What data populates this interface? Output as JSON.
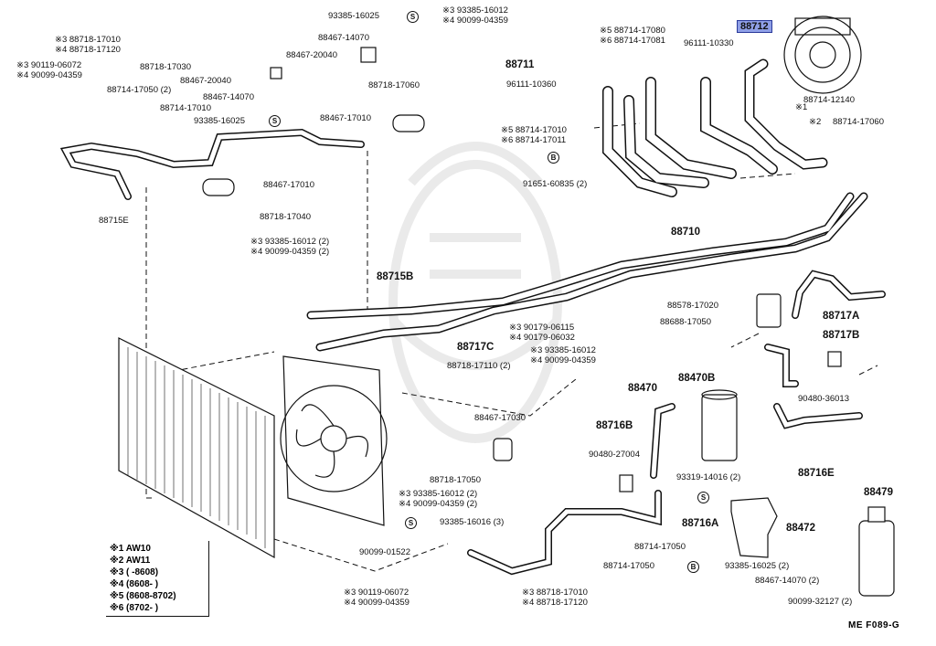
{
  "highlight_label": "88712",
  "labels": {
    "l93385_16025_top": "93385-16025",
    "l93385_16012_top": "93385-16012",
    "l90099_04359_top": "90099-04359",
    "m3a": "※3",
    "m4a": "※4",
    "l88467_14070_top": "88467-14070",
    "l88467_20040_top": "88467-20040",
    "l88718_17060": "88718-17060",
    "l88718_17010_a": "88718-17010",
    "l88718_17120_a": "88718-17120",
    "l90119_06072_a": "90119-06072",
    "l90099_04359_a": "90099-04359",
    "l88718_17030": "88718-17030",
    "l88467_20040_b": "88467-20040",
    "l88714_17050_2a": "88714-17050 (2)",
    "l88467_14070_b": "88467-14070",
    "l88714_17010_a": "88714-17010",
    "l93385_16025_b": "93385-16025",
    "l88467_17010_a": "88467-17010",
    "l88467_17010_b": "88467-17010",
    "l88715E": "88715E",
    "l88718_17040": "88718-17040",
    "l93385_16012_2a": "93385-16012 (2)",
    "l90099_04359_2a": "90099-04359 (2)",
    "l88714_17080": "88714-17080",
    "l88714_17081": "88714-17081",
    "l96111_10330": "96111-10330",
    "l88711": "88711",
    "l96111_10360": "96111-10360",
    "l88714_12140": "88714-12140",
    "l88714_17060": "88714-17060",
    "l88714_17010_b": "88714-17010",
    "l88714_17011": "88714-17011",
    "l91651_60835": "91651-60835 (2)",
    "l88710": "88710",
    "l88715B": "88715B",
    "l88578_17020": "88578-17020",
    "l88717A": "88717A",
    "l88688_17050": "88688-17050",
    "l90179_06115": "90179-06115",
    "l90179_06032": "90179-06032",
    "l88717C": "88717C",
    "l93385_16012_b": "93385-16012",
    "l90099_04359_b": "90099-04359",
    "l88717B": "88717B",
    "l88718_17110": "88718-17110 (2)",
    "l88470": "88470",
    "l88470B": "88470B",
    "l90480_36013": "90480-36013",
    "l88467_17030": "88467-17030",
    "l88716B": "88716B",
    "l90480_27004": "90480-27004",
    "l93319_14016": "93319-14016 (2)",
    "l88716E": "88716E",
    "l88718_17050": "88718-17050",
    "l93385_16012_2b": "93385-16012 (2)",
    "l90099_04359_2b": "90099-04359 (2)",
    "l93385_16016": "93385-16016 (3)",
    "l88716A": "88716A",
    "l88479": "88479",
    "l88472": "88472",
    "l90099_01522": "90099-01522",
    "l88714_17050_c": "88714-17050",
    "l88714_17050_d": "88714-17050",
    "l93385_16025_2": "93385-16025 (2)",
    "l88467_14070_2": "88467-14070 (2)",
    "l90099_32127": "90099-32127 (2)",
    "l90119_06072_b": "90119-06072",
    "l90099_04359_c": "90099-04359",
    "l88718_17010_c": "88718-17010",
    "l88718_17120_c": "88718-17120"
  },
  "marks": {
    "m1": "※1",
    "m2": "※2",
    "m3": "※3",
    "m4": "※4",
    "m5": "※5",
    "m6": "※6",
    "circle_s": "S",
    "circle_b": "B"
  },
  "legend": [
    "※1 AW10",
    "※2 AW11",
    "※3 (      -8608)",
    "※4 (8608-      )",
    "※5 (8608-8702)",
    "※6 (8702-      )"
  ],
  "code": "ME  F089-G",
  "colors": {
    "line": "#111111",
    "highlight": "#8f9fe6",
    "watermark": "#ececec"
  }
}
